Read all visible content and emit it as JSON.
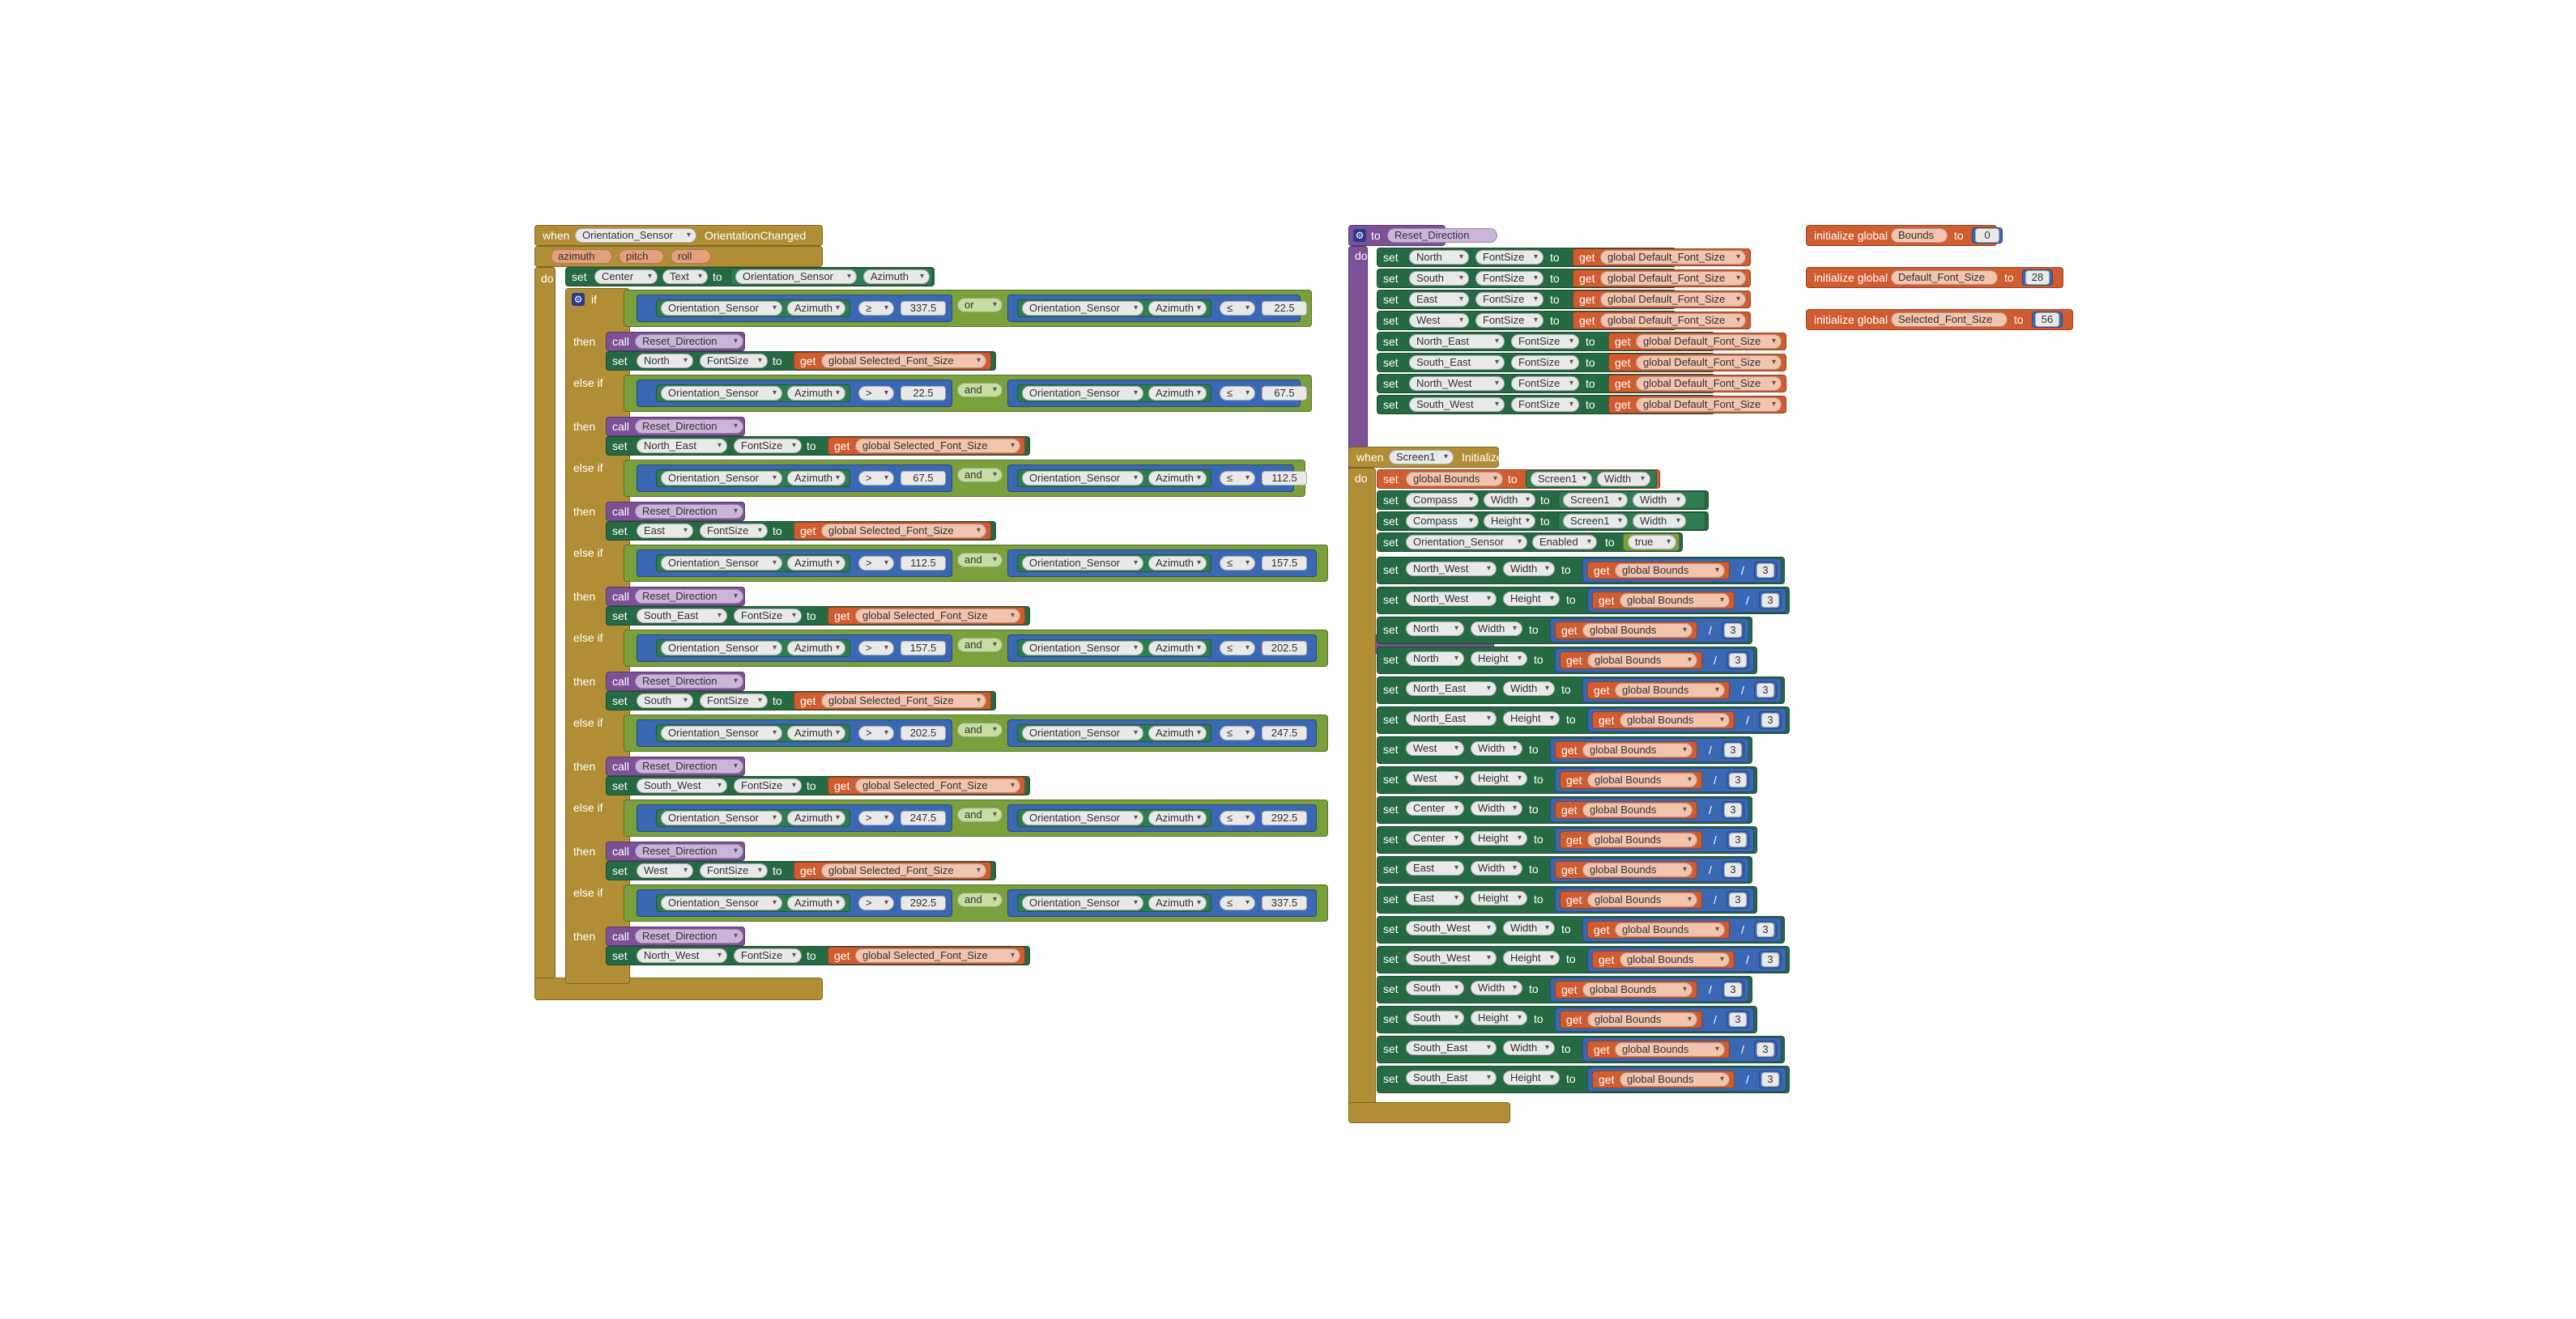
{
  "colors": {
    "event": "#b18e35",
    "event_border": "#8c6d22",
    "procedure": "#7c5196",
    "component": "#2f7d4e",
    "component_dark": "#266a43",
    "variable": "#d05c2f",
    "math": "#3a68b5",
    "logic": "#7aa03c",
    "chip_bg": "#e9e9e9"
  },
  "sensor_event": {
    "when": "when",
    "component": "Orientation_Sensor",
    "event": "OrientationChanged",
    "params": [
      "azimuth",
      "pitch",
      "roll"
    ],
    "do": "do",
    "set": "set",
    "to": "to",
    "center": "Center",
    "text_prop": "Text",
    "azimuth": "Azimuth",
    "if": "if",
    "then": "then",
    "else_if": "else if",
    "call": "call",
    "reset": "Reset_Direction",
    "font": "FontSize",
    "get": "get",
    "selected": "global Selected_Font_Size",
    "branches": [
      {
        "op": "or",
        "c1": "≥",
        "v1": "337.5",
        "c2": "≤",
        "v2": "22.5",
        "target": "North"
      },
      {
        "op": "and",
        "c1": ">",
        "v1": "22.5",
        "c2": "≤",
        "v2": "67.5",
        "target": "North_East"
      },
      {
        "op": "and",
        "c1": ">",
        "v1": "67.5",
        "c2": "≤",
        "v2": "112.5",
        "target": "East"
      },
      {
        "op": "and",
        "c1": ">",
        "v1": "112.5",
        "c2": "≤",
        "v2": "157.5",
        "target": "South_East"
      },
      {
        "op": "and",
        "c1": ">",
        "v1": "157.5",
        "c2": "≤",
        "v2": "202.5",
        "target": "South"
      },
      {
        "op": "and",
        "c1": ">",
        "v1": "202.5",
        "c2": "≤",
        "v2": "247.5",
        "target": "South_West"
      },
      {
        "op": "and",
        "c1": ">",
        "v1": "247.5",
        "c2": "≤",
        "v2": "292.5",
        "target": "West"
      },
      {
        "op": "and",
        "c1": ">",
        "v1": "292.5",
        "c2": "≤",
        "v2": "337.5",
        "target": "North_West"
      }
    ]
  },
  "reset_proc": {
    "to": "to",
    "name": "Reset_Direction",
    "do": "do",
    "set": "set",
    "font": "FontSize",
    "get": "get",
    "default": "global Default_Font_Size",
    "targets": [
      "North",
      "South",
      "East",
      "West",
      "North_East",
      "South_East",
      "North_West",
      "South_West"
    ]
  },
  "globals": [
    {
      "label": "initialize global",
      "name": "Bounds",
      "to": "to",
      "value": "0"
    },
    {
      "label": "initialize global",
      "name": "Default_Font_Size",
      "to": "to",
      "value": "28"
    },
    {
      "label": "initialize global",
      "name": "Selected_Font_Size",
      "to": "to",
      "value": "56"
    }
  ],
  "screen_init": {
    "when": "when",
    "component": "Screen1",
    "event": "Initialize",
    "do": "do",
    "set": "set",
    "to": "to",
    "get": "get",
    "bounds": "global Bounds",
    "width": "Width",
    "height": "Height",
    "compass": "Compass",
    "sensor": "Orientation_Sensor",
    "enabled": "Enabled",
    "true": "true",
    "divide": "/",
    "three": "3",
    "targets": [
      {
        "comp": "North_West",
        "prop": "Width"
      },
      {
        "comp": "North_West",
        "prop": "Height"
      },
      {
        "comp": "North",
        "prop": "Width"
      },
      {
        "comp": "North",
        "prop": "Height"
      },
      {
        "comp": "North_East",
        "prop": "Width"
      },
      {
        "comp": "North_East",
        "prop": "Height"
      },
      {
        "comp": "West",
        "prop": "Width"
      },
      {
        "comp": "West",
        "prop": "Height"
      },
      {
        "comp": "Center",
        "prop": "Width"
      },
      {
        "comp": "Center",
        "prop": "Height"
      },
      {
        "comp": "East",
        "prop": "Width"
      },
      {
        "comp": "East",
        "prop": "Height"
      },
      {
        "comp": "South_West",
        "prop": "Width"
      },
      {
        "comp": "South_West",
        "prop": "Height"
      },
      {
        "comp": "South",
        "prop": "Width"
      },
      {
        "comp": "South",
        "prop": "Height"
      },
      {
        "comp": "South_East",
        "prop": "Width"
      },
      {
        "comp": "South_East",
        "prop": "Height"
      }
    ]
  }
}
